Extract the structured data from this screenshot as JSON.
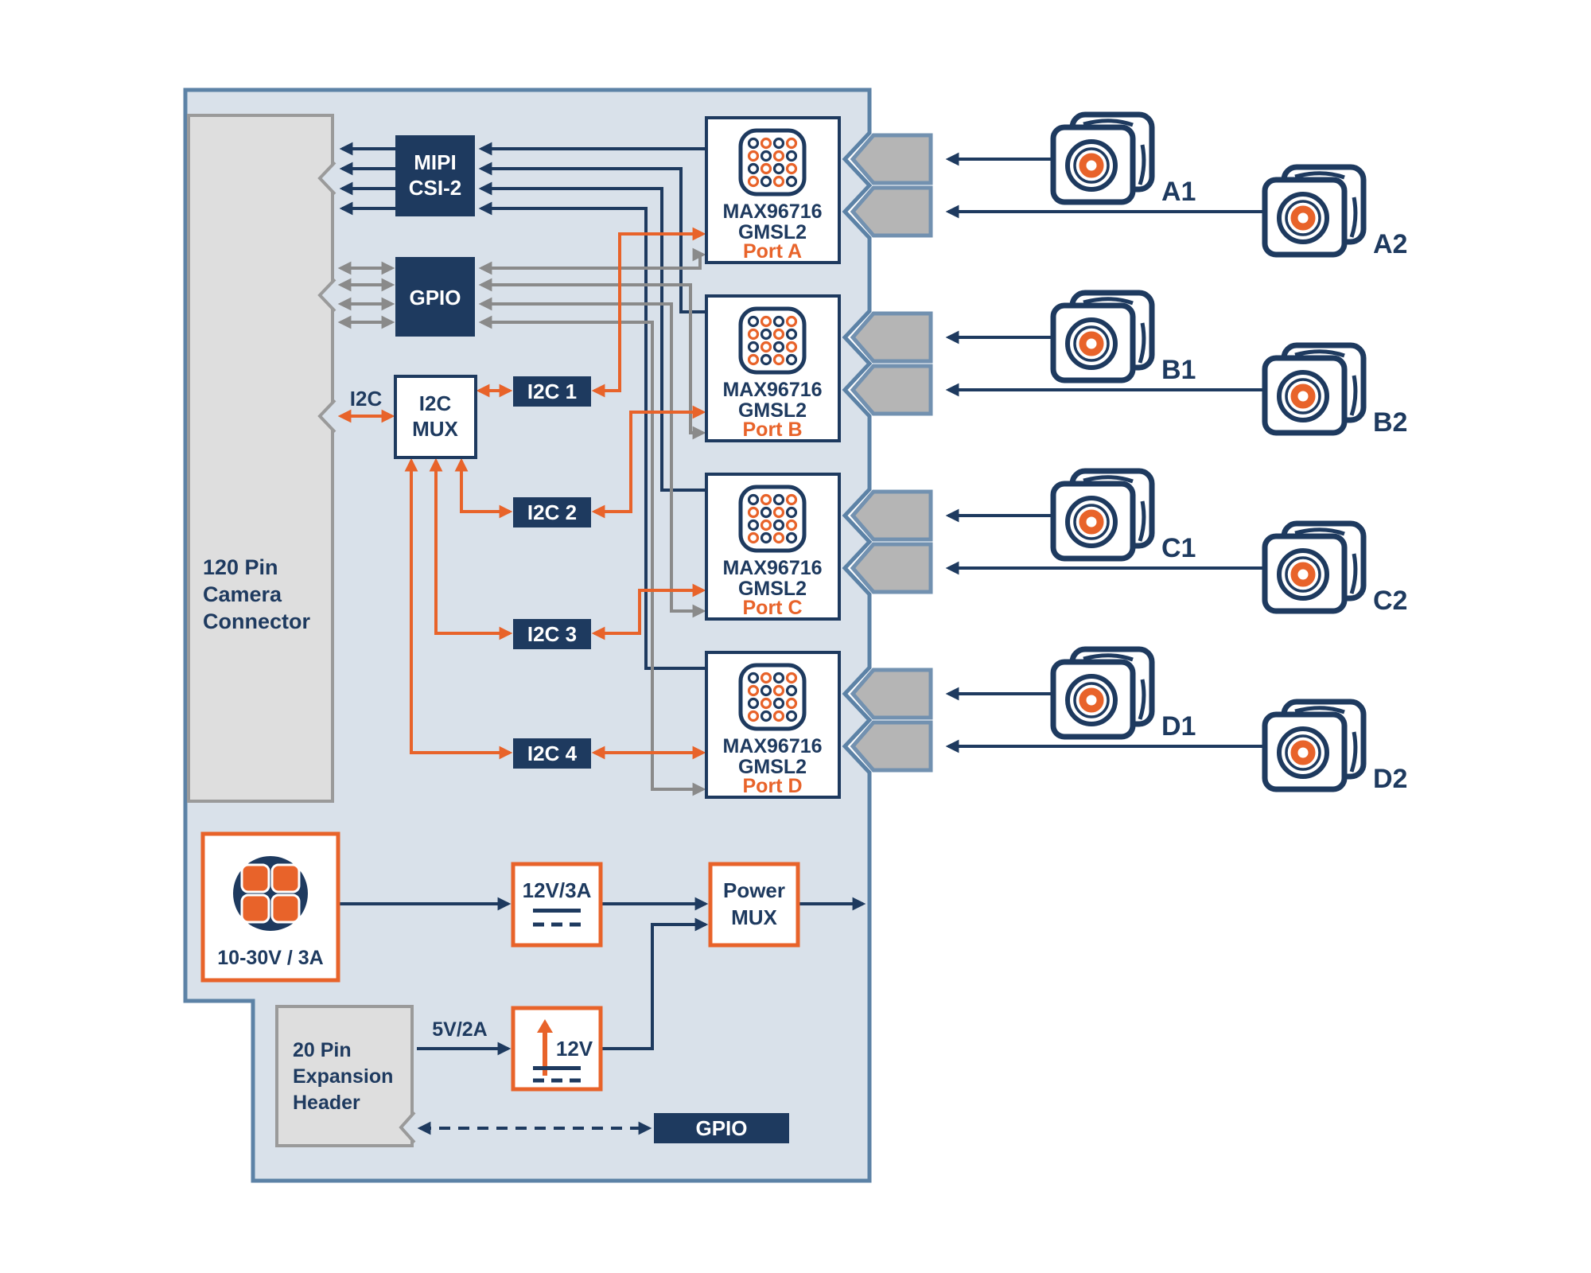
{
  "diagram": {
    "connector120": {
      "lines": [
        "120 Pin",
        "Camera",
        "Connector"
      ]
    },
    "mipi": {
      "lines": [
        "MIPI",
        "CSI-2"
      ]
    },
    "gpio": {
      "label": "GPIO"
    },
    "i2c_bus": {
      "label": "I2C"
    },
    "i2c_mux": {
      "lines": [
        "I2C",
        "MUX"
      ]
    },
    "i2c_channels": [
      {
        "label": "I2C 1"
      },
      {
        "label": "I2C 2"
      },
      {
        "label": "I2C 3"
      },
      {
        "label": "I2C 4"
      }
    ],
    "ports": [
      {
        "chip": "MAX96716",
        "tech": "GMSL2",
        "label": "Port A"
      },
      {
        "chip": "MAX96716",
        "tech": "GMSL2",
        "label": "Port B"
      },
      {
        "chip": "MAX96716",
        "tech": "GMSL2",
        "label": "Port C"
      },
      {
        "chip": "MAX96716",
        "tech": "GMSL2",
        "label": "Port D"
      }
    ],
    "cameras": [
      {
        "label": "A1"
      },
      {
        "label": "A2"
      },
      {
        "label": "B1"
      },
      {
        "label": "B2"
      },
      {
        "label": "C1"
      },
      {
        "label": "C2"
      },
      {
        "label": "D1"
      },
      {
        "label": "D2"
      }
    ],
    "power": {
      "input_label": "10-30V / 3A",
      "regulator": "12V/3A",
      "power_mux": {
        "lines": [
          "Power",
          "MUX"
        ]
      },
      "rail_5v": "5V/2A",
      "boost": "12V",
      "expansion_header": {
        "lines": [
          "20 Pin",
          "Expansion",
          "Header"
        ]
      },
      "expansion_gpio": "GPIO"
    },
    "colors": {
      "navy": "#1E3A5F",
      "orange": "#E8632A",
      "board_fill": "#D9E1EA",
      "board_border": "#5C82A6",
      "gray_line": "#8A8A8A",
      "connector_fill": "#B5B5B5",
      "connector_border": "#7291B0",
      "gray_box_fill": "#DEDEDE",
      "gray_box_border": "#9A9A9A"
    }
  }
}
